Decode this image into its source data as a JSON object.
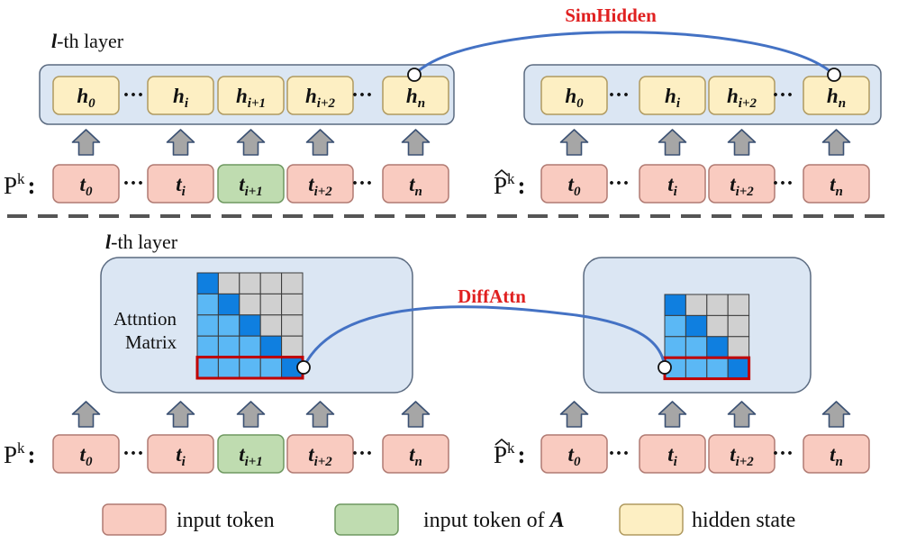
{
  "colors": {
    "input_token": "#f9cbc0",
    "input_token_stroke": "#b07a72",
    "input_token_a": "#bfdcb0",
    "input_token_a_stroke": "#6e9860",
    "hidden_state": "#fdefc3",
    "hidden_state_stroke": "#b09a60",
    "layer_box": "#dbe6f3",
    "layer_stroke": "#5a6a80",
    "arrow_fill": "#a6a6a6",
    "arrow_stroke": "#3b5173",
    "link_line": "#4472c4",
    "accent_red": "#e02020",
    "cell_dark": "#0f7fe0",
    "cell_light": "#5bb8f5",
    "cell_gray": "#d0d0d0",
    "highlight_stroke": "#c00000"
  },
  "top": {
    "layer_label_prefix": "l",
    "layer_label_suffix": "-th layer",
    "link_label": "SimHidden",
    "left_prompt_base": "P",
    "left_prompt_sup": "k",
    "right_prompt_base": "P",
    "right_prompt_sup": "k",
    "prompt_colon": ":",
    "left_hidden": [
      {
        "base": "h",
        "sub": "0"
      },
      {
        "base": "h",
        "sub": "i"
      },
      {
        "base": "h",
        "sub": "i+1"
      },
      {
        "base": "h",
        "sub": "i+2"
      },
      {
        "base": "h",
        "sub": "n"
      }
    ],
    "right_hidden": [
      {
        "base": "h",
        "sub": "0"
      },
      {
        "base": "h",
        "sub": "i"
      },
      {
        "base": "h",
        "sub": "i+2"
      },
      {
        "base": "h",
        "sub": "n"
      }
    ],
    "left_tokens": [
      {
        "base": "t",
        "sub": "0",
        "kind": "input"
      },
      {
        "base": "t",
        "sub": "i",
        "kind": "input"
      },
      {
        "base": "t",
        "sub": "i+1",
        "kind": "answer"
      },
      {
        "base": "t",
        "sub": "i+2",
        "kind": "input"
      },
      {
        "base": "t",
        "sub": "n",
        "kind": "input"
      }
    ],
    "right_tokens": [
      {
        "base": "t",
        "sub": "0",
        "kind": "input"
      },
      {
        "base": "t",
        "sub": "i",
        "kind": "input"
      },
      {
        "base": "t",
        "sub": "i+2",
        "kind": "input"
      },
      {
        "base": "t",
        "sub": "n",
        "kind": "input"
      }
    ]
  },
  "bottom": {
    "layer_label_prefix": "l",
    "layer_label_suffix": "-th layer",
    "link_label": "DiffAttn",
    "matrix_label_line1": "Attntion",
    "matrix_label_line2": "Matrix",
    "left_tokens": [
      {
        "base": "t",
        "sub": "0",
        "kind": "input"
      },
      {
        "base": "t",
        "sub": "i",
        "kind": "input"
      },
      {
        "base": "t",
        "sub": "i+1",
        "kind": "answer"
      },
      {
        "base": "t",
        "sub": "i+2",
        "kind": "input"
      },
      {
        "base": "t",
        "sub": "n",
        "kind": "input"
      }
    ],
    "right_tokens": [
      {
        "base": "t",
        "sub": "0",
        "kind": "input"
      },
      {
        "base": "t",
        "sub": "i",
        "kind": "input"
      },
      {
        "base": "t",
        "sub": "i+2",
        "kind": "input"
      },
      {
        "base": "t",
        "sub": "n",
        "kind": "input"
      }
    ],
    "left_matrix": [
      [
        "dark",
        "gray",
        "gray",
        "gray",
        "gray"
      ],
      [
        "light",
        "dark",
        "gray",
        "gray",
        "gray"
      ],
      [
        "light",
        "light",
        "dark",
        "gray",
        "gray"
      ],
      [
        "light",
        "light",
        "light",
        "dark",
        "gray"
      ],
      [
        "light",
        "light",
        "light",
        "light",
        "dark"
      ]
    ],
    "right_matrix": [
      [
        "dark",
        "gray",
        "gray",
        "gray"
      ],
      [
        "light",
        "dark",
        "gray",
        "gray"
      ],
      [
        "light",
        "light",
        "dark",
        "gray"
      ],
      [
        "light",
        "light",
        "light",
        "dark"
      ]
    ]
  },
  "ellipsis": "···",
  "legend": [
    {
      "kind": "input",
      "label": "input token",
      "label_italic": ""
    },
    {
      "kind": "answer",
      "label": "input token of ",
      "label_italic": "A"
    },
    {
      "kind": "hidden",
      "label": "hidden state",
      "label_italic": ""
    }
  ]
}
